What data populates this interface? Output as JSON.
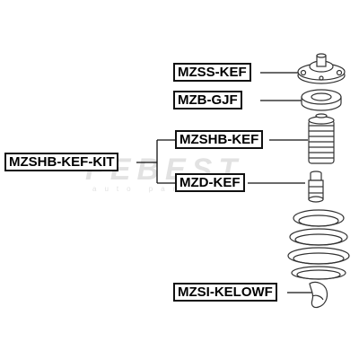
{
  "watermark": {
    "logo": "FEBEST",
    "subtitle": "auto parts"
  },
  "labels": {
    "mzss_kef": "MZSS-KEF",
    "mzb_gjf": "MZB-GJF",
    "mzshb_kef": "MZSHB-KEF",
    "mzd_kef": "MZD-KEF",
    "mzshb_kef_kit": "MZSHB-KEF-KIT",
    "mzsi_kelowf": "MZSI-KELOWF"
  },
  "colors": {
    "line": "#111111",
    "part_stroke": "#333333",
    "part_fill": "#ffffff",
    "watermark": "#e2e2e2"
  }
}
